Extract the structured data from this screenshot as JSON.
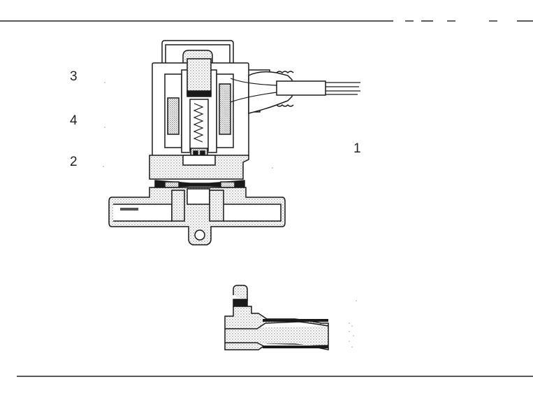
{
  "callouts": {
    "label_1": "1",
    "label_2": "2",
    "label_3": "3",
    "label_4": "4"
  },
  "colors": {
    "line": "#1a1a1a",
    "fill_stipple": "#8a8a8a",
    "background": "#ffffff"
  }
}
